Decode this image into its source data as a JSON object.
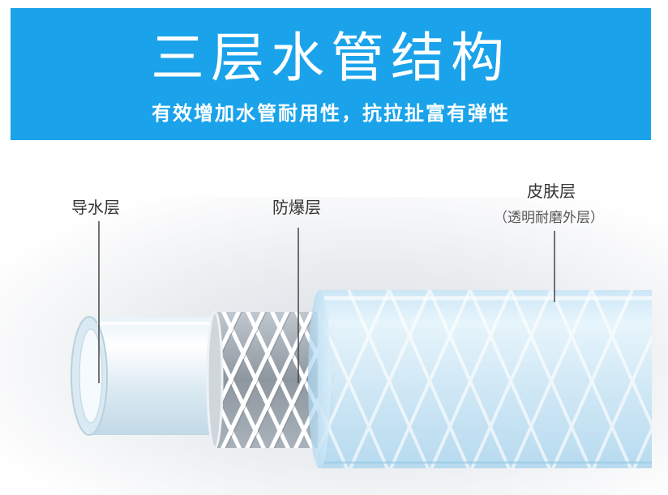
{
  "banner": {
    "title": "三层水管结构",
    "subtitle": "有效增加水管耐用性，抗拉扯富有弹性",
    "background_color": "#1aa3ea"
  },
  "layers": [
    {
      "name": "导水层",
      "note": ""
    },
    {
      "name": "防爆层",
      "note": ""
    },
    {
      "name": "皮肤层",
      "note": "（透明耐磨外层）"
    }
  ]
}
